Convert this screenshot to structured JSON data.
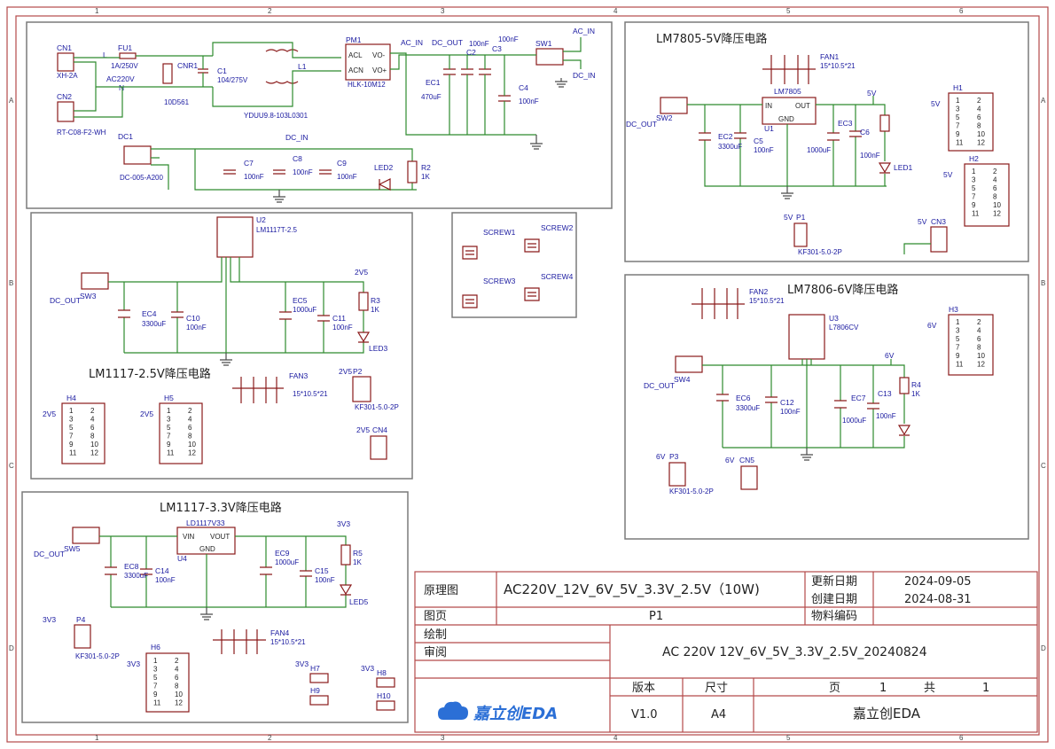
{
  "grid": {
    "cols": [
      "1",
      "2",
      "3",
      "4",
      "5",
      "6"
    ],
    "rows": [
      "A",
      "B",
      "C",
      "D"
    ]
  },
  "sections": {
    "s5v": "LM7805-5V降压电路",
    "s6v": "LM7806-6V降压电路",
    "s25": "LM1117-2.5V降压电路",
    "s33": "LM1117-3.3V降压电路"
  },
  "input": {
    "cn1": "CN1",
    "cn1_val": "XH-2A",
    "cn2": "CN2",
    "cn2_val": "RT-C08-F2-WH",
    "fu1": "FU1",
    "fu1_val": "1A/250V",
    "l_net": "L",
    "n_net": "N",
    "ac220": "AC220V",
    "cnr1": "CNR1",
    "cnr1_val": "10D561",
    "c1": "C1",
    "c1_val": "104/275V",
    "l1": "L1",
    "l1_val": "YDUU9.8-103L0301",
    "pm1": "PM1",
    "pm1_val": "HLK-10M12",
    "pm_acl": "ACL",
    "pm_acn": "ACN",
    "pm_vom": "VO-",
    "pm_vop": "VO+",
    "ac_in": "AC_IN",
    "dc_out": "DC_OUT",
    "ec1": "EC1",
    "ec1_val": "470uF",
    "c2": "C2",
    "c2_val": "100nF",
    "c3": "C3",
    "c3_val": "100nF",
    "c4": "C4",
    "c4_val": "100nF",
    "sw1": "SW1",
    "ac_in2": "AC_IN",
    "dc_in2": "DC_IN",
    "dc1": "DC1",
    "dc1_val": "DC-005-A200",
    "dc_in": "DC_IN",
    "c7": "C7",
    "c7_val": "100nF",
    "c8": "C8",
    "c8_val": "100nF",
    "c9": "C9",
    "c9_val": "100nF",
    "led2": "LED2",
    "r2": "R2",
    "r2_val": "1K"
  },
  "reg5v": {
    "fan1": "FAN1",
    "fan1_val": "15*10.5*21",
    "u1_name": "LM7805",
    "u1": "U1",
    "in": "IN",
    "out": "OUT",
    "gnd": "GND",
    "sw2": "SW2",
    "dc_out": "DC_OUT",
    "ec2": "EC2",
    "ec2_val": "3300uF",
    "c5": "C5",
    "c5_val": "100nF",
    "ec3": "EC3",
    "ec3_val": "1000uF",
    "c6": "C6",
    "c6_val": "100nF",
    "net": "5V",
    "led1": "LED1",
    "p1": "P1",
    "p1_val": "KF301-5.0-2P",
    "cn3": "CN3",
    "h1": "H1",
    "h2": "H2"
  },
  "reg6v": {
    "fan2": "FAN2",
    "fan2_val": "15*10.5*21",
    "u3": "U3",
    "u3_val": "L7806CV",
    "sw4": "SW4",
    "dc_out": "DC_OUT",
    "ec6": "EC6",
    "ec6_val": "3300uF",
    "c12": "C12",
    "c12_val": "100nF",
    "ec7": "EC7",
    "ec7_val": "1000uF",
    "c13": "C13",
    "c13_val": "100nF",
    "r4": "R4",
    "r4_val": "1K",
    "net": "6V",
    "p3": "P3",
    "p3_val": "KF301-5.0-2P",
    "cn5": "CN5",
    "h3": "H3"
  },
  "reg25": {
    "u2": "U2",
    "u2_val": "LM1117T-2.5",
    "sw3": "SW3",
    "dc_out": "DC_OUT",
    "ec4": "EC4",
    "ec4_val": "3300uF",
    "c10": "C10",
    "c10_val": "100nF",
    "ec5": "EC5",
    "ec5_val": "1000uF",
    "c11": "C11",
    "c11_val": "100nF",
    "r3": "R3",
    "r3_val": "1K",
    "led3": "LED3",
    "net": "2V5",
    "fan3": "FAN3",
    "fan3_val": "15*10.5*21",
    "p2": "P2",
    "p2_val": "KF301-5.0-2P",
    "cn4": "CN4",
    "h4": "H4",
    "h5": "H5"
  },
  "reg33": {
    "u4_name": "LD1117V33",
    "u4": "U4",
    "vin": "VIN",
    "vout": "VOUT",
    "gnd": "GND",
    "sw5": "SW5",
    "dc_out": "DC_OUT",
    "ec8": "EC8",
    "ec8_val": "3300uF",
    "c14": "C14",
    "c14_val": "100nF",
    "ec9": "EC9",
    "ec9_val": "1000uF",
    "c15": "C15",
    "c15_val": "100nF",
    "r5": "R5",
    "r5_val": "1K",
    "led5": "LED5",
    "net": "3V3",
    "p4": "P4",
    "p4_val": "KF301-5.0-2P",
    "fan4": "FAN4",
    "fan4_val": "15*10.5*21",
    "h6": "H6",
    "h7": "H7",
    "h8": "H8",
    "h9": "H9",
    "h10": "H10"
  },
  "screws": [
    "SCREW1",
    "SCREW2",
    "SCREW3",
    "SCREW4"
  ],
  "header_pins": [
    "1",
    "2",
    "3",
    "4",
    "5",
    "6",
    "7",
    "8",
    "9",
    "10",
    "11",
    "12"
  ],
  "title_block": {
    "k_schematic": "原理图",
    "title": "AC220V_12V_6V_5V_3.3V_2.5V（10W)",
    "k_update": "更新日期",
    "v_update": "2024-09-05",
    "k_create": "创建日期",
    "v_create": "2024-08-31",
    "k_page": "图页",
    "v_page": "P1",
    "k_material": "物料编码",
    "k_draw": "绘制",
    "k_review": "审阅",
    "project": "AC 220V  12V_6V_5V_3.3V_2.5V_20240824",
    "k_version": "版本",
    "k_size": "尺寸",
    "k_pg": "页",
    "v_pg": "1",
    "k_total": "共",
    "v_total": "1",
    "logo": "嘉立创EDA",
    "v_version": "V1.0",
    "v_size": "A4",
    "company": "嘉立创EDA"
  },
  "colors": {
    "frame": "#b54a4a",
    "wire": "#2e8b2e",
    "part": "#8a1a1a",
    "text": "#1a1aa0"
  }
}
